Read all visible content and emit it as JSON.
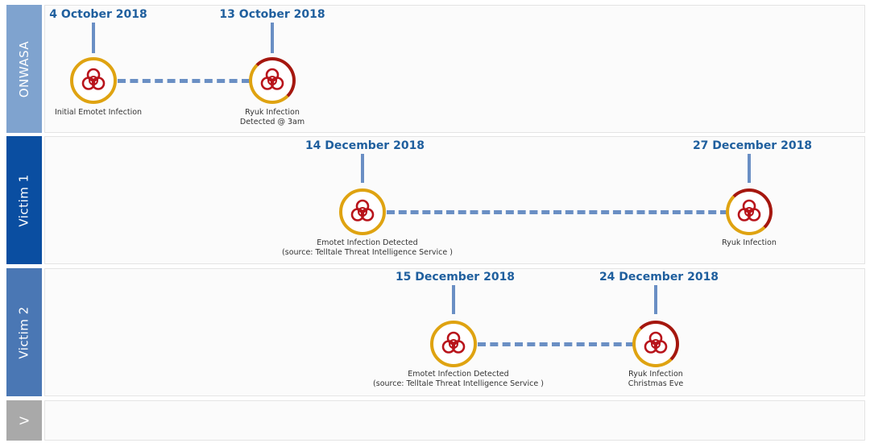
{
  "colors": {
    "date_text": "#1f5f9e",
    "connector": "#6a8fc4",
    "ring_orange": "#dfa311",
    "ring_red": "#a5170f",
    "biohazard": "#b8141b"
  },
  "lanes": [
    {
      "label": "ONWASA",
      "label_color": "#7fa3cf",
      "events": [
        {
          "date": "4 October 2018",
          "caption_lines": [
            "Initial Emotet Infection"
          ],
          "status": "orange",
          "icon": "biohazard-icon"
        },
        {
          "date": "13 October 2018",
          "caption_lines": [
            "Ryuk Infection",
            "Detected @ 3am"
          ],
          "status": "split",
          "icon": "biohazard-icon"
        }
      ]
    },
    {
      "label": "Victim 1",
      "label_color": "#0a4ea1",
      "events": [
        {
          "date": "14 December 2018",
          "caption_lines": [
            "Emotet Infection Detected",
            "(source: Telltale Threat Intelligence Service )"
          ],
          "status": "orange",
          "icon": "biohazard-icon"
        },
        {
          "date": "27 December 2018",
          "caption_lines": [
            "Ryuk Infection"
          ],
          "status": "split",
          "icon": "biohazard-icon"
        }
      ]
    },
    {
      "label": "Victim 2",
      "label_color": "#4a77b4",
      "events": [
        {
          "date": "15 December 2018",
          "caption_lines": [
            "Emotet Infection Detected",
            "(source: Telltale Threat Intelligence Service )"
          ],
          "status": "orange",
          "icon": "biohazard-icon"
        },
        {
          "date": "24 December 2018",
          "caption_lines": [
            "Ryuk Infection",
            "Christmas Eve"
          ],
          "status": "split",
          "icon": "biohazard-icon"
        }
      ]
    },
    {
      "label": "V",
      "label_color": "#a9a9a9",
      "events": []
    }
  ]
}
